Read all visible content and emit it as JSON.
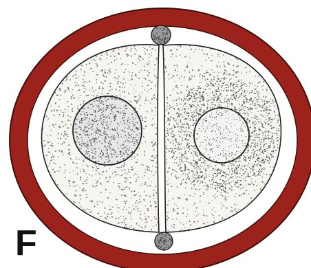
{
  "figure": {
    "panel_label": "F",
    "colors": {
      "membrane": "#9b231c",
      "membrane_edge": "#4a120e",
      "cytoplasm": "#f7f5ef",
      "stipple": "#6f6f6f",
      "nucleus_fill": "#ebebeb",
      "outline": "#1f1f1f",
      "polar_body": "#8a8a8a"
    },
    "structures": [
      {
        "name": "zona-pellucida",
        "description_hidden": true
      },
      {
        "name": "left-blastomere"
      },
      {
        "name": "right-blastomere"
      },
      {
        "name": "left-nucleus"
      },
      {
        "name": "right-nucleus"
      },
      {
        "name": "top-polar-body"
      },
      {
        "name": "bottom-polar-body"
      }
    ]
  }
}
